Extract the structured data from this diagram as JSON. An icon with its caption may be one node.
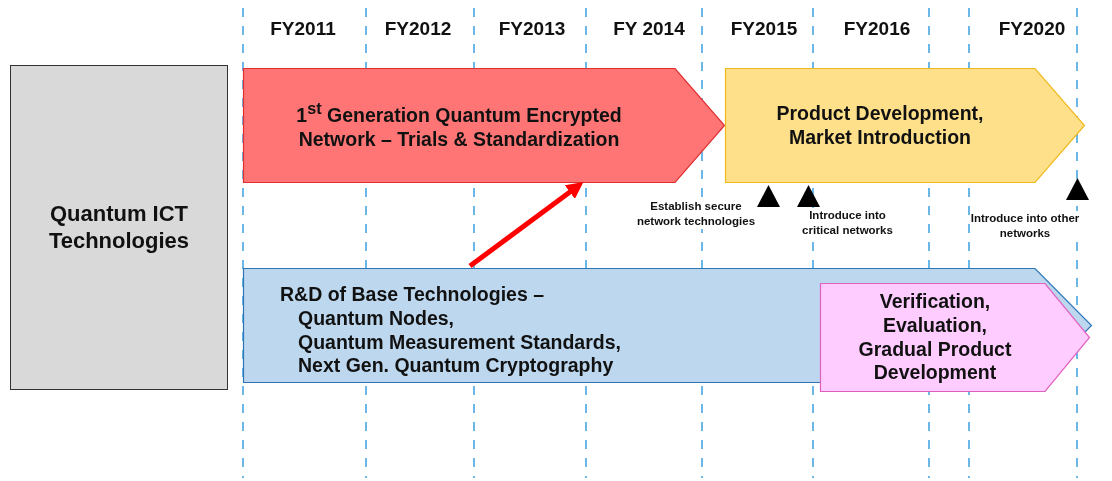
{
  "diagram": {
    "nodes": [
      {
        "text": [
          "Quantum ICT Technologies"
        ]
      },
      {
        "text": [
          "1$^{st}$ Generation Quantum Encrypted Network – Trials & Standardization"
        ]
      },
      {
        "text": [
          "Product Development, Market Introduction"
        ]
      },
      {
        "text": [
          "R&D of Base Technologies –",
          "Quantum Nodes,",
          "Quantum Measurement Standards,",
          "Next Gen. Quantum Cryptography"
        ]
      },
      {
        "text": [
          "Verification, Evaluation, Gradual Product Development"
        ],
        "in": 3
      },
      {
        "text": [],
        "shape": "triangle",
        "beside": [
          "Establish secure network technologies"
        ]
      },
      {
        "text": [],
        "shape": "triangle",
        "beside": [
          "Introduce into critical networks"
        ]
      },
      {
        "text": [],
        "shape": "triangle",
        "beside": [
          "Introduce into other networks"
        ]
      }
    ],
    "edges": [
      {
        "from": 3,
        "to": 1,
        "arrow": "to",
        "color": "#ff0000"
      }
    ],
    "labels": [
      "FY2011",
      "FY2012",
      "FY2013",
      "FY 2014",
      "FY2015",
      "FY2016",
      "FY2020"
    ]
  }
}
